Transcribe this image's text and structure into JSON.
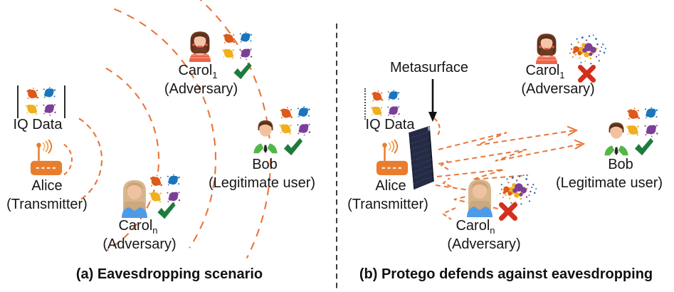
{
  "figure": {
    "panel_a": {
      "caption": "(a) Eavesdropping scenario",
      "iq_data_label": "IQ Data",
      "alice": {
        "name": "Alice",
        "role": "(Transmitter)"
      },
      "carol1": {
        "name": "Carol",
        "subscript": "1",
        "role": "(Adversary)",
        "status_icon": "checkmark"
      },
      "caroln": {
        "name": "Carol",
        "subscript": "n",
        "role": "(Adversary)",
        "status_icon": "checkmark"
      },
      "bob": {
        "name": "Bob",
        "role": "(Legitimate user)",
        "status_icon": "checkmark"
      }
    },
    "panel_b": {
      "caption": "(b) Protego defends against eavesdropping",
      "iq_data_label": "IQ Data",
      "metasurface_label": "Metasurface",
      "alice": {
        "name": "Alice",
        "role": "(Transmitter)"
      },
      "carol1": {
        "name": "Carol",
        "subscript": "1",
        "role": "(Adversary)",
        "status_icon": "cross"
      },
      "caroln": {
        "name": "Carol",
        "subscript": "n",
        "role": "(Adversary)",
        "status_icon": "cross"
      },
      "bob": {
        "name": "Bob",
        "role": "(Legitimate user)",
        "status_icon": "checkmark"
      }
    },
    "colors": {
      "signal_orange": "#E8763B",
      "check_green": "#1E7B3C",
      "cross_red": "#D2301C",
      "router_orange": "#E87D2E",
      "metasurface_dark": "#252B45",
      "blob_orange": "#DD5A1C",
      "blob_blue": "#1B75BB",
      "blob_yellow": "#EFAF1E",
      "blob_purple": "#7C3F97",
      "divider_black": "#1A1A1A"
    }
  }
}
